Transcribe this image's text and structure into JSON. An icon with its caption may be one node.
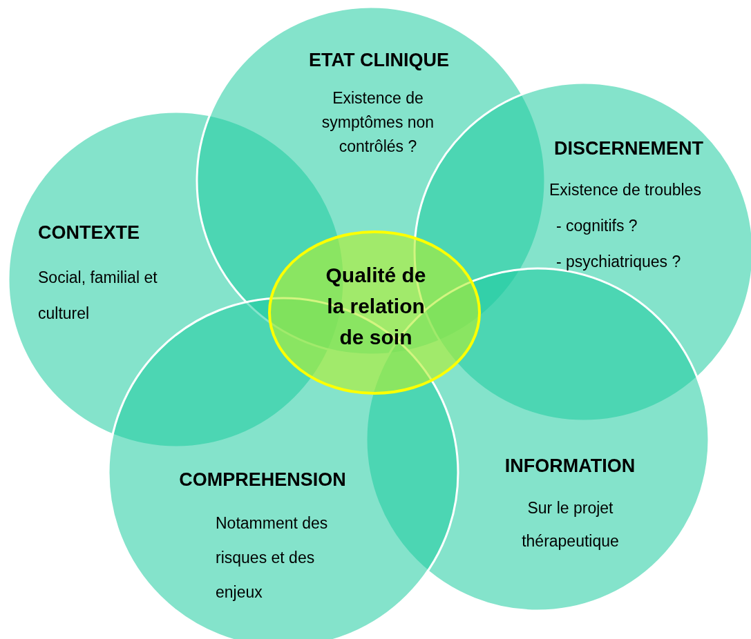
{
  "diagram": {
    "nodes": [
      {
        "text": [
          "ETAT CLINIQUE",
          "Existence de symptômes non contrôlés ?"
        ]
      },
      {
        "text": [
          "DISCERNEMENT",
          "Existence de troubles",
          "-  cognitifs ?",
          "- psychiatriques ?"
        ]
      },
      {
        "text": [
          "CONTEXTE",
          "Social, familial et culturel"
        ]
      },
      {
        "text": [
          "Qualité de la relation de soin"
        ]
      },
      {
        "text": [
          "COMPREHENSION",
          "Notamment des risques et des enjeux"
        ]
      },
      {
        "text": [
          "INFORMATION",
          "Sur le projet thérapeutique"
        ]
      }
    ]
  }
}
